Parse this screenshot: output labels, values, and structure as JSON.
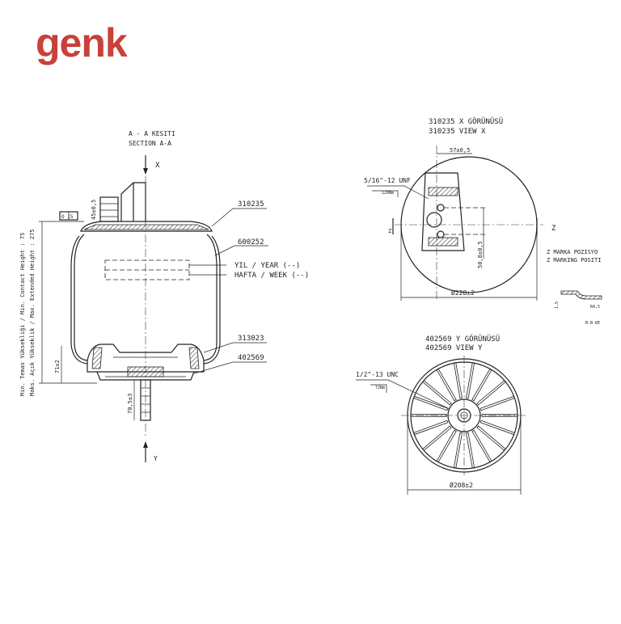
{
  "brand": {
    "logo_text": "genk",
    "color": "#c8413a"
  },
  "section_view": {
    "title_tr": "A - A KESITI",
    "title_en": "SECTION A-A",
    "axis_top": "X",
    "axis_bottom": "Y",
    "flag_label": "O 15",
    "dim_top": "45±0,5",
    "dim_bottom_height": "71±2",
    "dim_stud": "70,5±3",
    "part_top_plate": "310235",
    "part_bellow": "600252",
    "part_piston": "313023",
    "part_base": "402569",
    "year_label": "YIL / YEAR (--)",
    "week_label": "HAFTA / WEEK (--)",
    "vertical_text_1": "Min. Temas Yüksekliği / Min. Contact Height : 75",
    "vertical_text_2": "Maks. Açık Yükseklik / Max. Extended Height : 275"
  },
  "view_x": {
    "title_tr": "310235 X GÖRÜNÜSÜ",
    "title_en": "310235 VIEW X",
    "thread": "5/16\"-12 UNF",
    "torque": "120Nm",
    "dim_width": "57±0,5",
    "dim_vertical": "50,8±0,5",
    "diameter": "Ø228±2",
    "axis_left": "Z",
    "axis_right": "Z"
  },
  "marking": {
    "line1": "Z MARKA POZISYO",
    "line2": "Z MARKING POSITI",
    "dim_a": "1,5",
    "dim_b": "R4,5",
    "section_label": "B-B KE"
  },
  "view_y": {
    "title_tr": "402569 Y GÖRÜNÜSÜ",
    "title_en": "402569 VIEW Y",
    "thread": "1/2\"-13 UNC",
    "torque": "72Nm",
    "diameter": "Ø208±2"
  }
}
